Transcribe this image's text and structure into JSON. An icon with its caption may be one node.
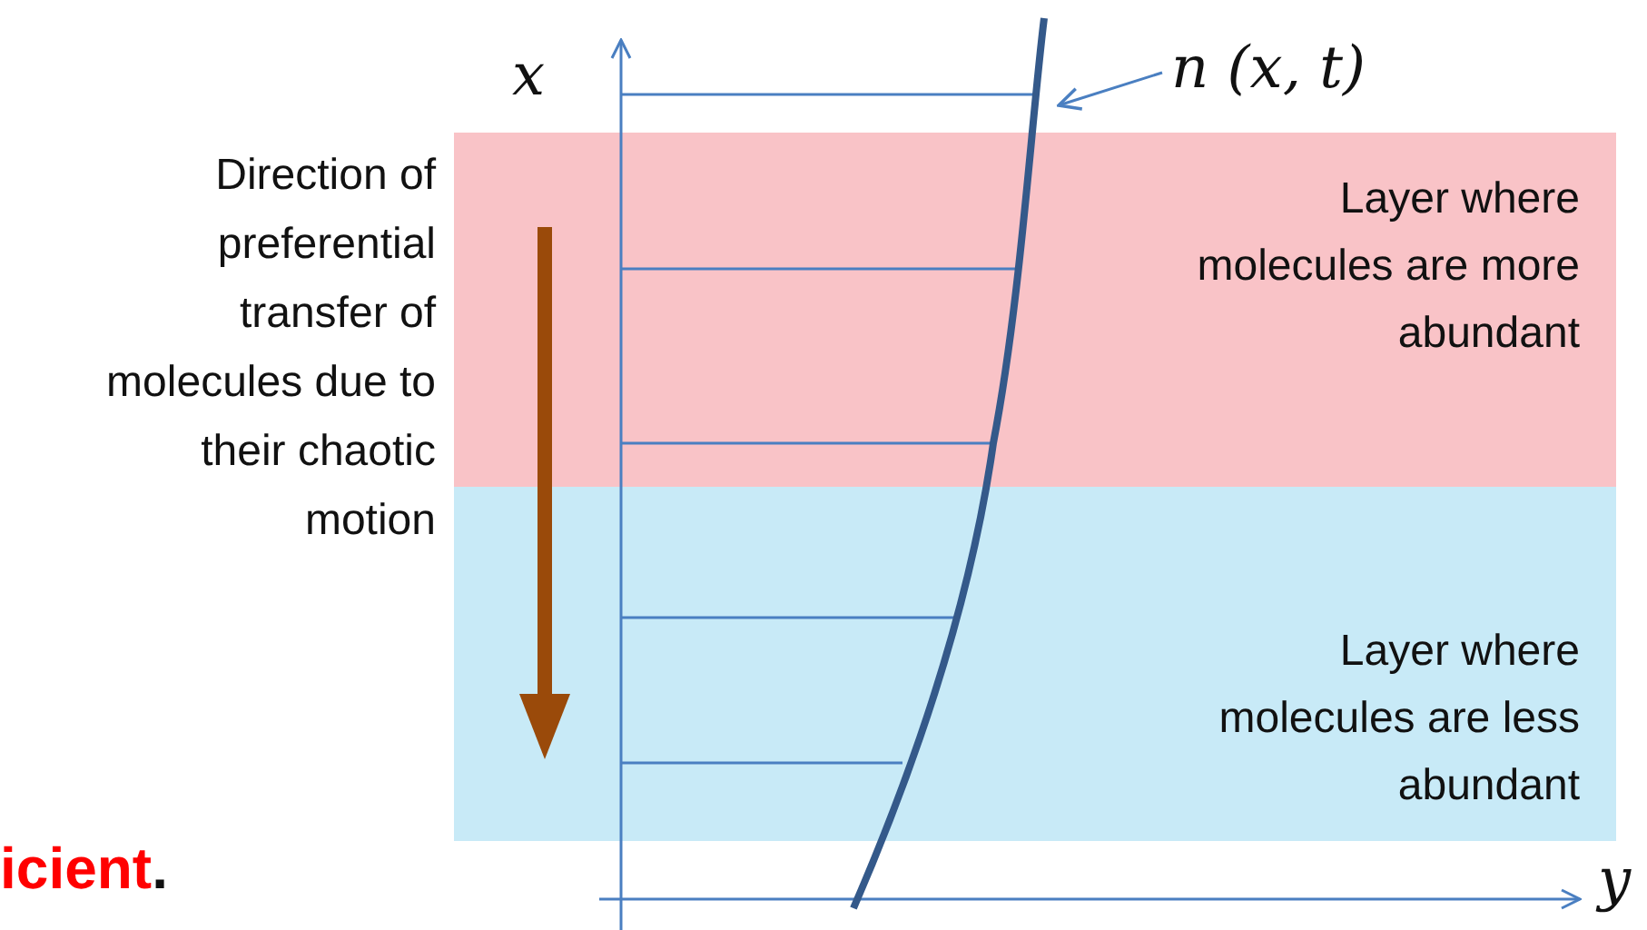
{
  "diagram": {
    "nodes": [
      {
        "text": [
          "Layer where molecules are more abundant"
        ]
      },
      {
        "text": [
          "Layer where molecules are less abundant"
        ]
      },
      {
        "text": [
          "n (x, t)"
        ]
      },
      {
        "text": [],
        "shape": "curve"
      }
    ],
    "edges": [
      {
        "from": 2,
        "to": 3,
        "arrow": "to"
      }
    ],
    "labels": [
      "x",
      "Direction of preferential transfer of molecules due to their chaotic motion",
      "y",
      "**icient**."
    ]
  }
}
